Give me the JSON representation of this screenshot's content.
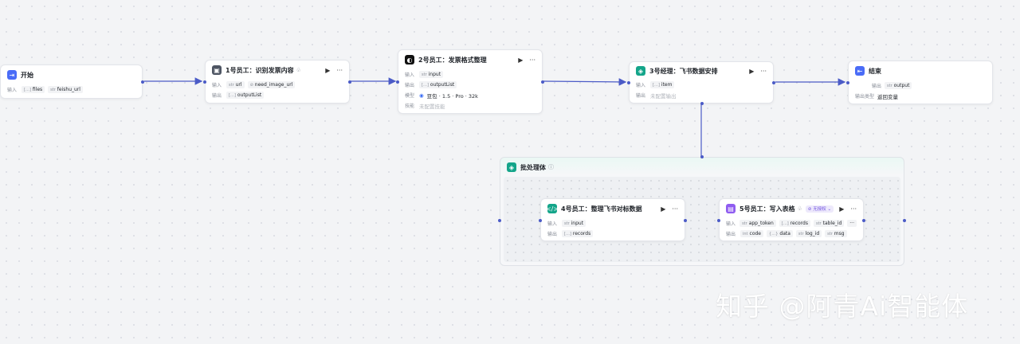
{
  "colors": {
    "edge": "#4b5bc7",
    "start_icon": "#4a6cf7",
    "end_icon": "#4a6cf7",
    "manager_icon": "#14a58a",
    "code_icon": "#14a58a",
    "plugin_icon": "#8f5cf0",
    "batch_icon": "#14a58a"
  },
  "labels": {
    "input": "输入",
    "output": "输出",
    "model": "模型",
    "skills": "技能",
    "output_type": "输出类型"
  },
  "nodes": {
    "start": {
      "title": "开始",
      "inputs": [
        {
          "type": "[…]",
          "name": "files"
        },
        {
          "type": "str",
          "name": "feishu_url"
        }
      ]
    },
    "emp1": {
      "title": "1号员工：识别发票内容",
      "inputs": [
        {
          "type": "str",
          "name": "url"
        },
        {
          "type": "⊘",
          "name": "need_image_url"
        }
      ],
      "outputs": [
        {
          "type": "[…]",
          "name": "outputList"
        }
      ]
    },
    "emp2": {
      "title": "2号员工：发票格式整理",
      "inputs": [
        {
          "type": "str",
          "name": "input"
        }
      ],
      "outputs": [
        {
          "type": "[…]",
          "name": "outputList"
        }
      ],
      "model": "豆包 · 1.5 · Pro · 32k",
      "skills": "未配置技能"
    },
    "mgr3": {
      "title": "3号经理：飞书数据安排",
      "inputs": [
        {
          "type": "[…]",
          "name": "item"
        }
      ],
      "outputs_text": "未配置输出"
    },
    "end": {
      "title": "结束",
      "outputs": [
        {
          "type": "str",
          "name": "output"
        }
      ],
      "output_type_value": "返回变量"
    },
    "batch": {
      "title": "批处理体"
    },
    "emp4": {
      "title": "4号员工：整理飞书对标数据",
      "inputs": [
        {
          "type": "str",
          "name": "input"
        }
      ],
      "outputs": [
        {
          "type": "[…]",
          "name": "records"
        }
      ]
    },
    "emp5": {
      "title": "5号员工：写入表格",
      "auth_label": "⊘ 无授权 ⌄",
      "inputs": [
        {
          "type": "str",
          "name": "app_token"
        },
        {
          "type": "[…]",
          "name": "records"
        },
        {
          "type": "str",
          "name": "table_id"
        }
      ],
      "outputs": [
        {
          "type": "int",
          "name": "code"
        },
        {
          "type": "{…}",
          "name": "data"
        },
        {
          "type": "str",
          "name": "log_id"
        },
        {
          "type": "str",
          "name": "msg"
        }
      ]
    }
  },
  "icons": {
    "run": "▶",
    "more": "···",
    "info": "ⓘ"
  },
  "watermark": "知乎 @阿青Ai智能体"
}
